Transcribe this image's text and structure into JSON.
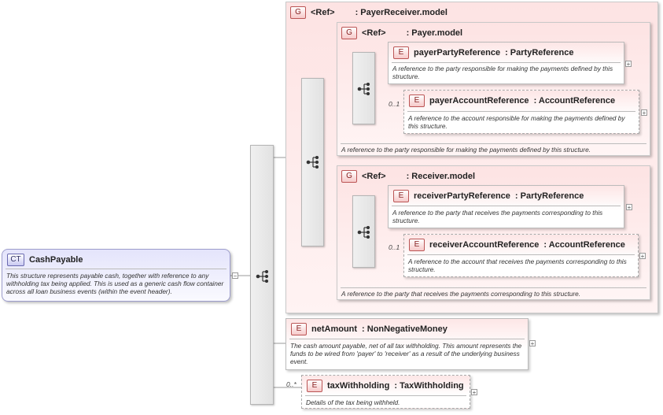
{
  "root": {
    "badge": "CT",
    "name": "CashPayable",
    "doc": "This structure represents payable cash, together with reference to any withholding tax being applied. This is used as a generic cash flow container across all loan business events (within the event header).",
    "collapse": "−"
  },
  "payer_receiver_group": {
    "badge": "G",
    "ref": "<Ref>",
    "name": ": PayerReceiver.model"
  },
  "payer_group": {
    "badge": "G",
    "ref": "<Ref>",
    "name": ": Payer.model",
    "doc": "A reference to the party responsible for making the payments defined by this structure."
  },
  "payer_party_reference": {
    "badge": "E",
    "name": "payerPartyReference",
    "type": ": PartyReference",
    "doc": "A reference to the party responsible for making the payments defined by this structure.",
    "expand": "+"
  },
  "payer_account_reference": {
    "badge": "E",
    "cardinality": "0..1",
    "name": "payerAccountReference",
    "type": ": AccountReference",
    "doc": "A reference to the account responsible for making the payments defined by this structure.",
    "expand": "+"
  },
  "receiver_group": {
    "badge": "G",
    "ref": "<Ref>",
    "name": ": Receiver.model",
    "doc": "A reference to the party that receives the payments corresponding to this structure."
  },
  "receiver_party_reference": {
    "badge": "E",
    "name": "receiverPartyReference",
    "type": ": PartyReference",
    "doc": "A reference to the party that receives the payments corresponding to this structure.",
    "expand": "+"
  },
  "receiver_account_reference": {
    "badge": "E",
    "cardinality": "0..1",
    "name": "receiverAccountReference",
    "type": ": AccountReference",
    "doc": "A reference to the account that receives the payments corresponding to this structure.",
    "expand": "+"
  },
  "net_amount": {
    "badge": "E",
    "name": "netAmount",
    "type": ": NonNegativeMoney",
    "doc": "The cash amount payable, net of all tax withholding. This amount represents the funds to be wired from 'payer' to 'receiver' as a result of the underlying business event.",
    "expand": "+"
  },
  "tax_withholding": {
    "badge": "E",
    "cardinality": "0..*",
    "name": "taxWithholding",
    "type": ": TaxWithholding",
    "doc": "Details of the tax being withheld.",
    "expand": "+"
  },
  "icons": {
    "sequence": "sequence-icon",
    "collapse": "collapse-icon",
    "expand": "expand-icon"
  }
}
